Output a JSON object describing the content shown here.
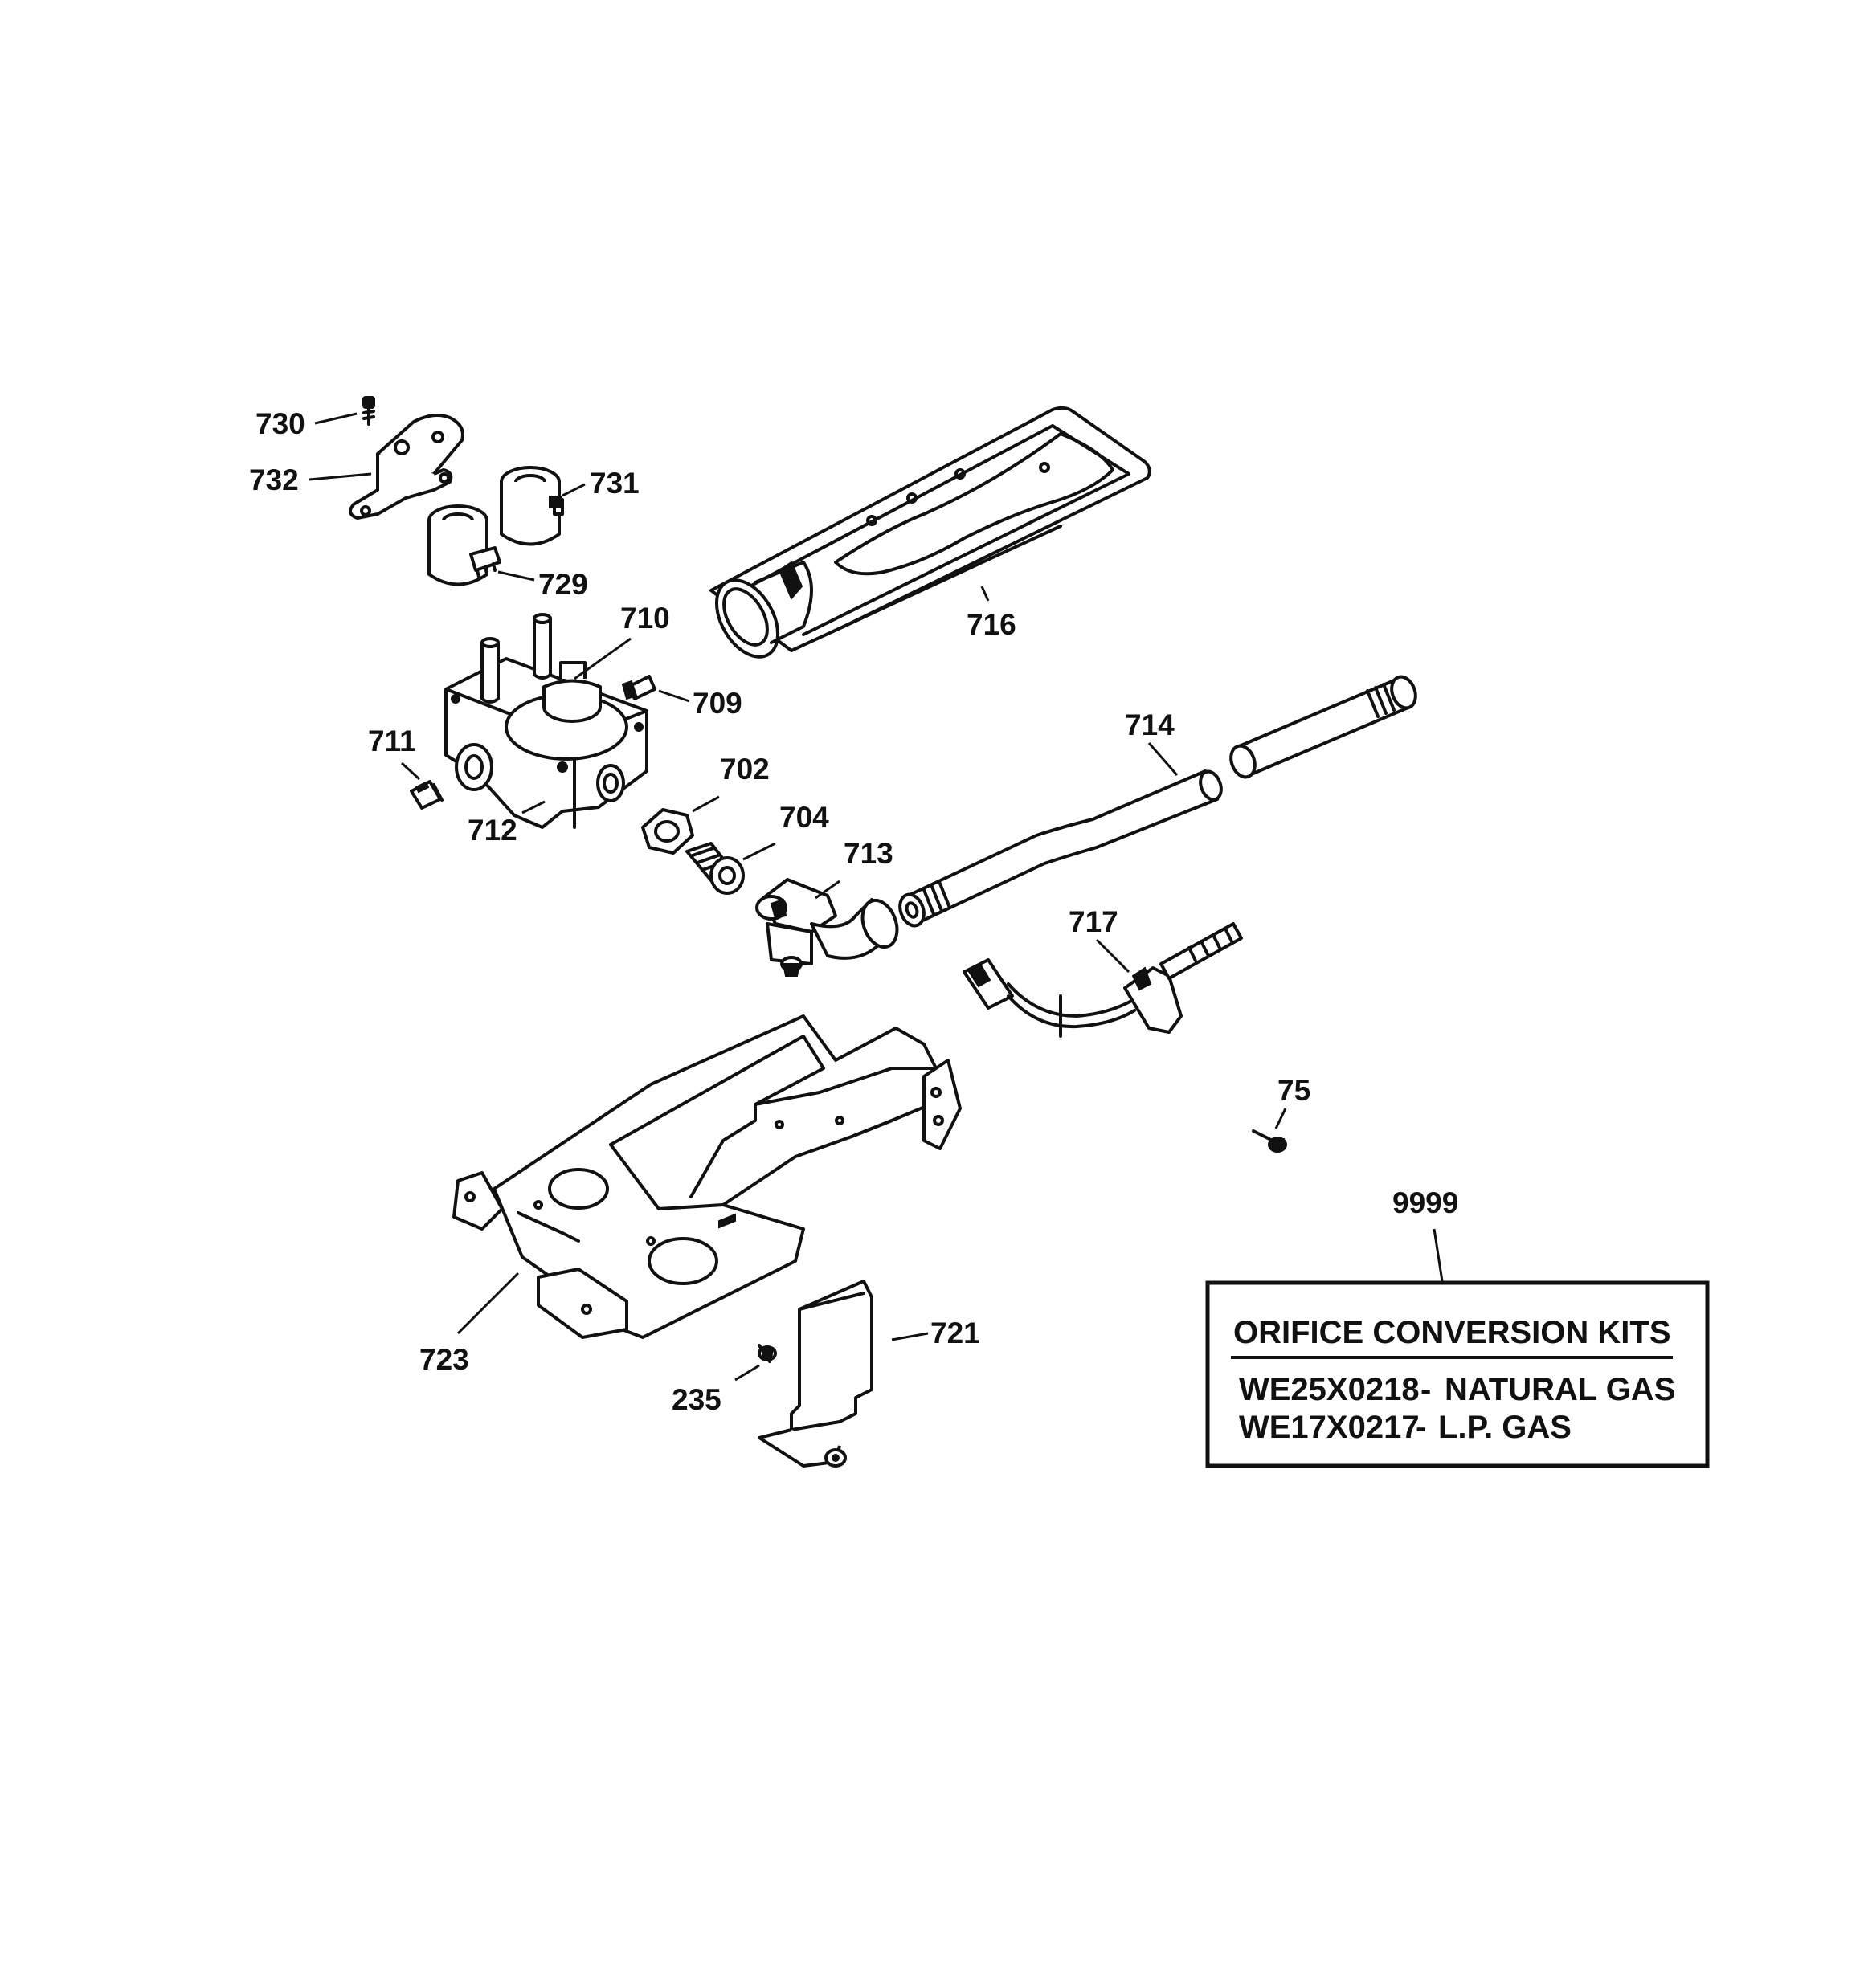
{
  "callouts": {
    "c730": "730",
    "c732": "732",
    "c731": "731",
    "c729": "729",
    "c710": "710",
    "c709": "709",
    "c711": "711",
    "c712": "712",
    "c702": "702",
    "c704": "704",
    "c713": "713",
    "c716": "716",
    "c714": "714",
    "c717": "717",
    "c75": "75",
    "c723": "723",
    "c721": "721",
    "c235": "235",
    "c9999": "9999"
  },
  "kit_box": {
    "title": "ORIFICE CONVERSION KITS",
    "line1_part": "WE25X0218",
    "line1_sep": "-",
    "line1_desc": "NATURAL GAS",
    "line2_part": "WE17X0217",
    "line2_sep": "-",
    "line2_desc": "L.P. GAS"
  }
}
